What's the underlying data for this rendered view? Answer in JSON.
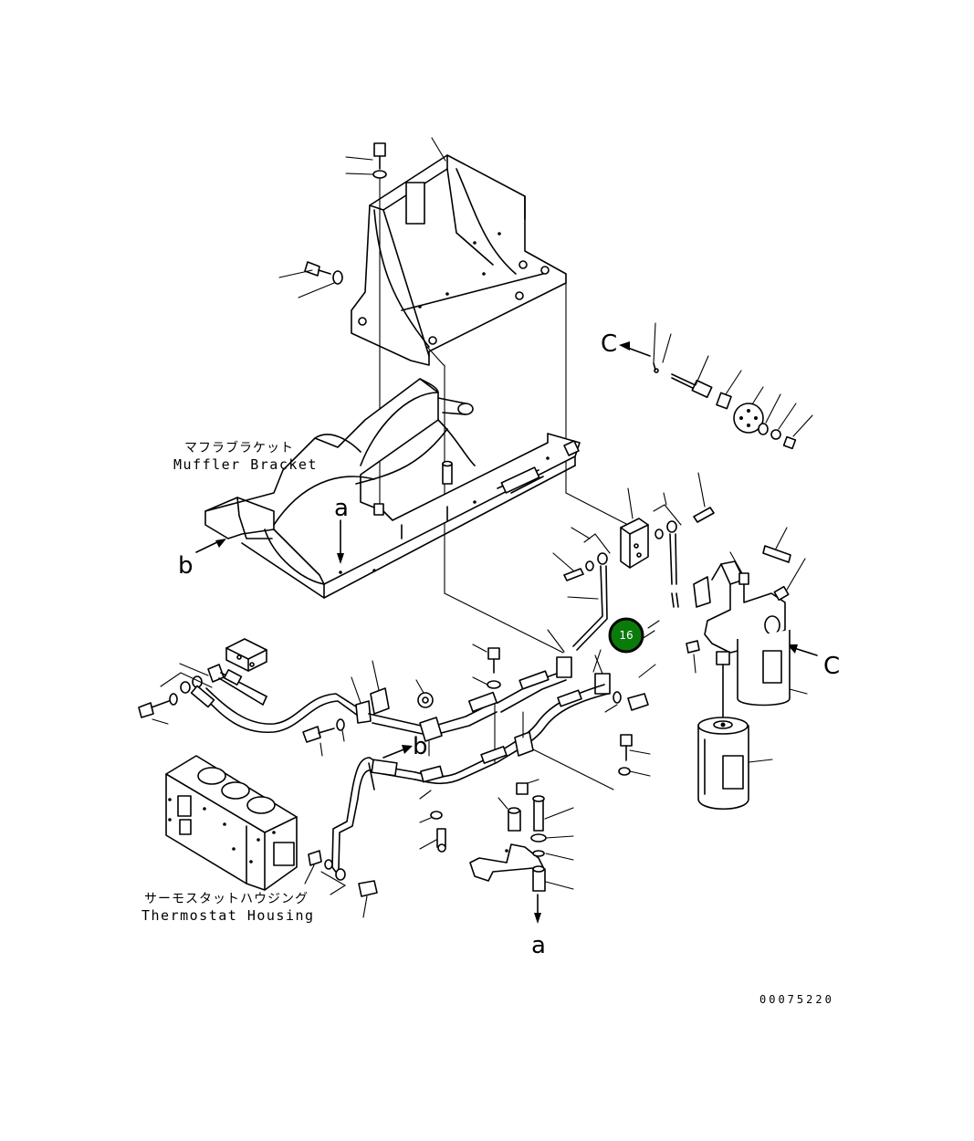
{
  "labels": {
    "muffler_bracket_jp": "マフラブラケット",
    "muffler_bracket_en": "Muffler Bracket",
    "thermostat_housing_jp": "サーモスタットハウジング",
    "thermostat_housing_en": "Thermostat Housing",
    "ref_a_top": "a",
    "ref_a_bottom": "a",
    "ref_b_left": "b",
    "ref_b_right": "b",
    "ref_c_top": "C",
    "ref_c_right": "C",
    "drawing_number": "00075220"
  },
  "callout": {
    "number": "16",
    "color": "#0a7a0a"
  }
}
